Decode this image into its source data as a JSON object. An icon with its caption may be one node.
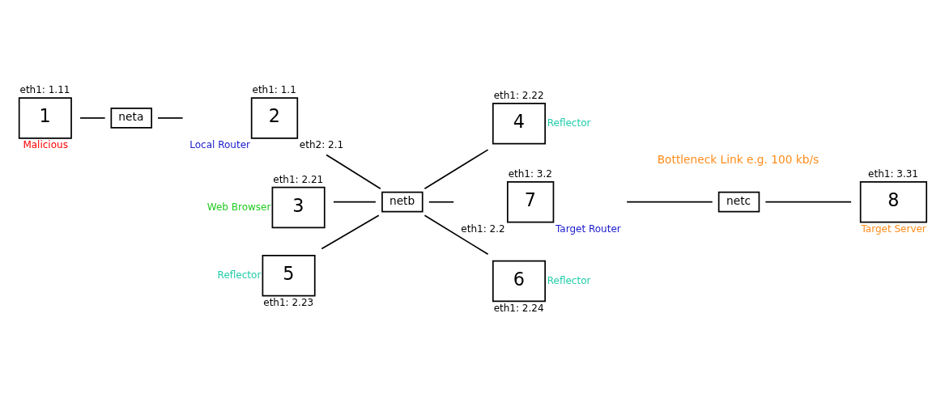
{
  "diagram": {
    "nodes": [
      {
        "text": [
          "1"
        ],
        "beside": [
          "eth1: 1.11",
          "Malicious"
        ]
      },
      {
        "text": [
          "neta"
        ]
      },
      {
        "text": [
          "2"
        ],
        "beside": [
          "eth1: 1.1",
          "eth2: 2.1",
          "Local Router"
        ]
      },
      {
        "text": [
          "3"
        ],
        "beside": [
          "eth1: 2.21",
          "Web Browser"
        ]
      },
      {
        "text": [
          "4"
        ],
        "beside": [
          "eth1: 2.22",
          "Reflector"
        ]
      },
      {
        "text": [
          "netb"
        ]
      },
      {
        "text": [
          "7"
        ],
        "beside": [
          "eth1: 3.2",
          "eth1: 2.2",
          "Target Router"
        ]
      },
      {
        "text": [
          "netc"
        ]
      },
      {
        "text": [
          "8"
        ],
        "beside": [
          "eth1: 3.31",
          "Target Server"
        ]
      },
      {
        "text": [
          "5"
        ],
        "beside": [
          "Reflector",
          "eth1: 2.23"
        ]
      },
      {
        "text": [
          "6"
        ],
        "beside": [
          "Reflector",
          "eth1: 2.24"
        ]
      }
    ],
    "edges": [
      {
        "from": 0,
        "to": 1,
        "arrow": "none"
      },
      {
        "from": 1,
        "to": 2,
        "arrow": "none"
      },
      {
        "from": 2,
        "to": 5,
        "arrow": "none"
      },
      {
        "from": 3,
        "to": 5,
        "arrow": "none"
      },
      {
        "from": 5,
        "to": 4,
        "arrow": "none"
      },
      {
        "from": 5,
        "to": 6,
        "arrow": "none"
      },
      {
        "from": 9,
        "to": 5,
        "arrow": "none"
      },
      {
        "from": 5,
        "to": 10,
        "arrow": "none"
      },
      {
        "from": 6,
        "to": 7,
        "arrow": "none"
      },
      {
        "from": 7,
        "to": 8,
        "arrow": "none"
      }
    ],
    "labels": [
      "Bottleneck Link e.g. 100 kb/s"
    ]
  }
}
